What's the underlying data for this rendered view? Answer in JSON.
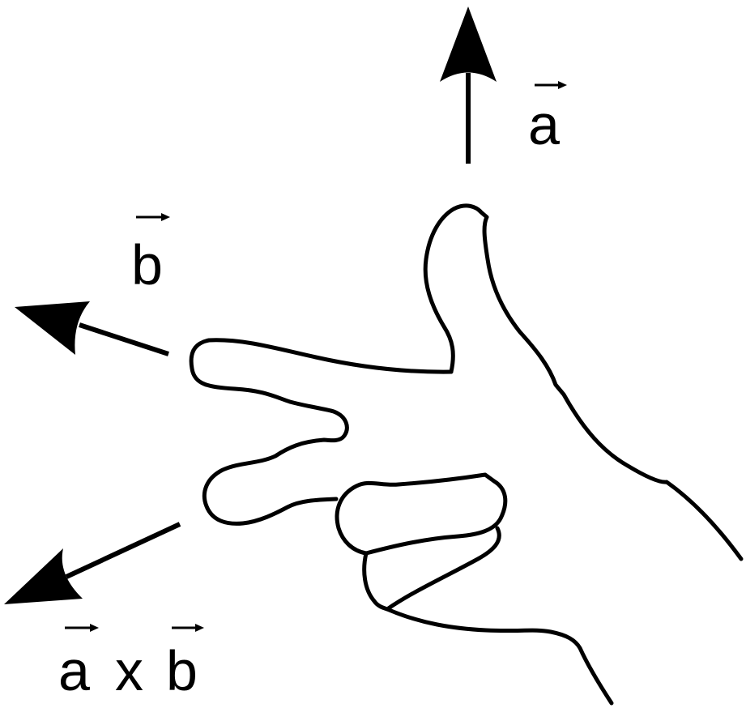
{
  "labels": {
    "vector_a": "a",
    "vector_b": "b",
    "cross_a": "a",
    "cross_op": "x",
    "cross_b": "b"
  },
  "colors": {
    "ink": "#000000",
    "background": "#ffffff"
  },
  "icons": {
    "hand": "right-hand-icon",
    "arrow_a": "arrow-up-icon",
    "arrow_b": "arrow-left-icon",
    "arrow_cross": "arrow-down-left-icon"
  }
}
